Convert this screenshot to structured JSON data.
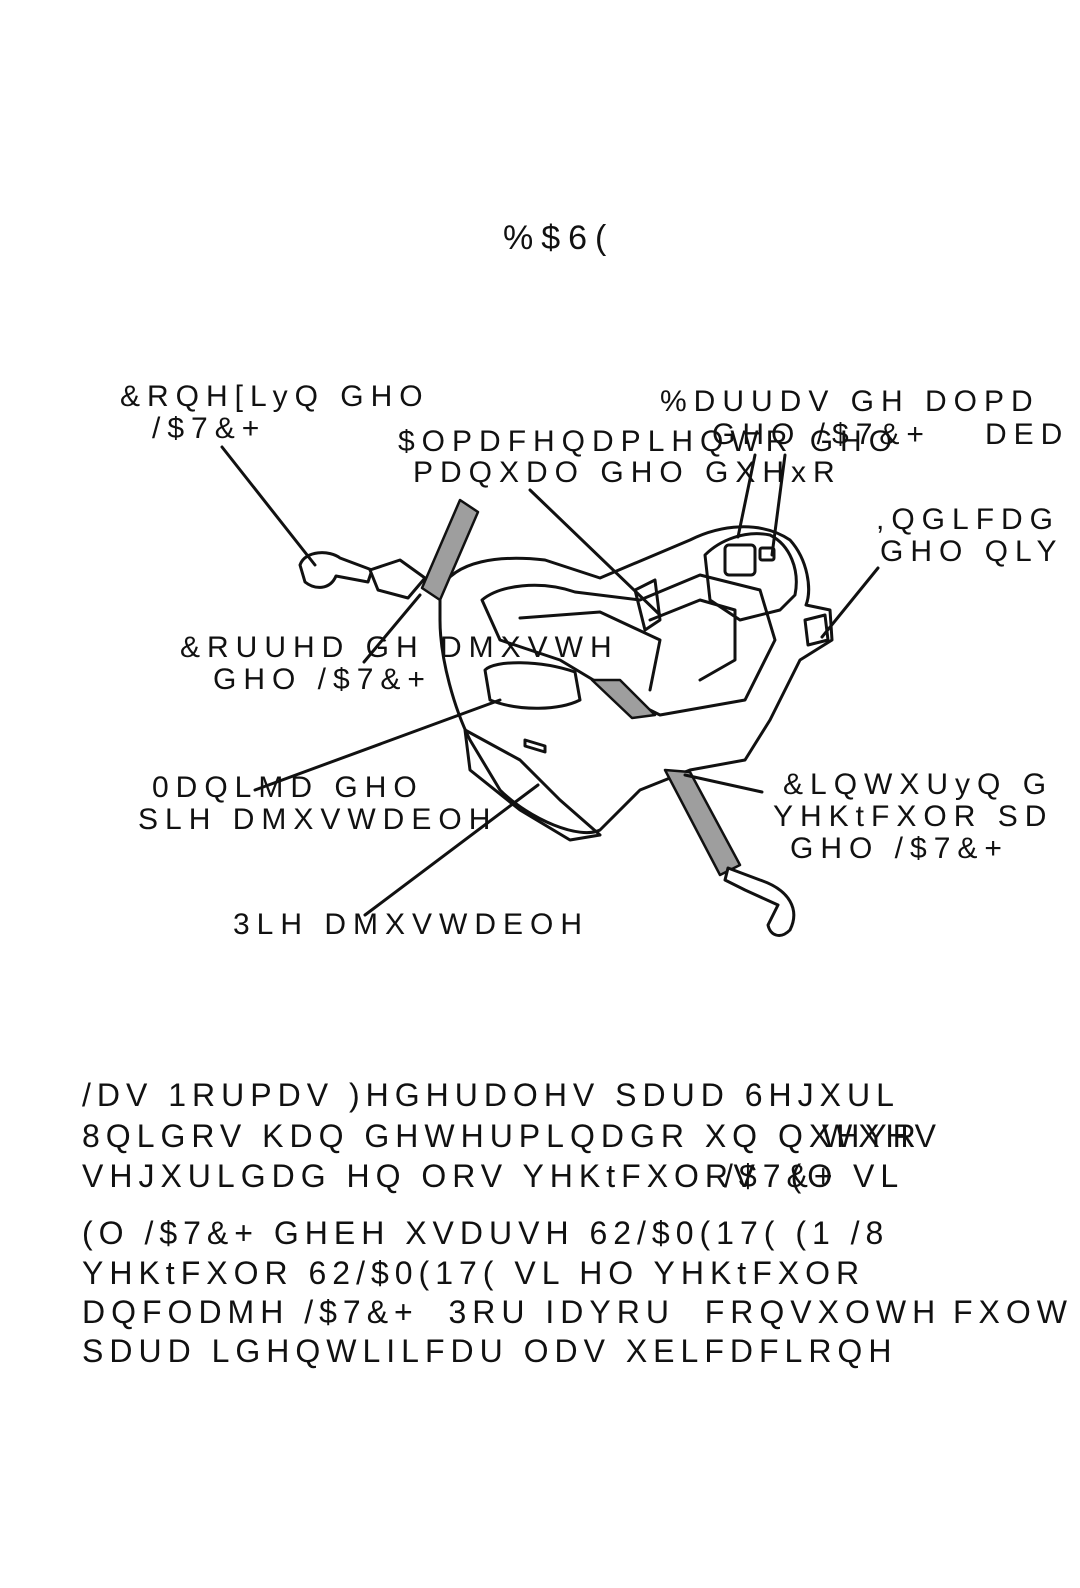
{
  "page": {
    "title": "%$6(",
    "labels": {
      "conexion_1": "&RQH[LyQ GHO",
      "conexion_2": "/$7&+",
      "barras_1": "%DUUDV GH DOPD",
      "barras_2": "GHO /$7&+",
      "barras_3": "DED",
      "almac_1": "$OPDFHQDPLHQWR GHO",
      "almac_2": "PDQXDO GHO GXHxR",
      "indic_1": ",QGLFDG",
      "indic_2": "GHO QLY",
      "correa_1": "&RUUHD GH DMXVWH",
      "correa_2": "GHO /$7&+",
      "manija_1": "0DQLMD GHO",
      "manija_2": "SLH DMXVWDEOH",
      "pie": "3LH DMXVWDEOH",
      "cinturon_1": "&LQWXUyQ G",
      "cinturon_2": "YHKtFXOR SD",
      "cinturon_3": "GHO /$7&+"
    },
    "paragraphs": [
      {
        "lines": [
          "/DV 1RUPDV )HGHUDOHV SDUD 6HJXUL",
          "8QLGRV KDQ GHWHUPLQDGR XQ QXHYR",
          "VHJXULGDG HQ ORV YHKtFXORV  (O VL"
        ],
        "overlay": [
          "WXHV",
          "/$7&+"
        ]
      },
      {
        "lines": [
          "(O /$7&+ GHEH XVDUVH 62/$0(17( (1 /8",
          "YHKtFXOR 62/$0(17( VL HO YHKtFXOR",
          "DQFODMH /$7&+  3RU IDYRU  FRQVXOWH",
          "SDUD LGHQWLILFDU ODV XELFDFLRQH"
        ],
        "overlay": [
          "FXOW"
        ]
      }
    ]
  }
}
